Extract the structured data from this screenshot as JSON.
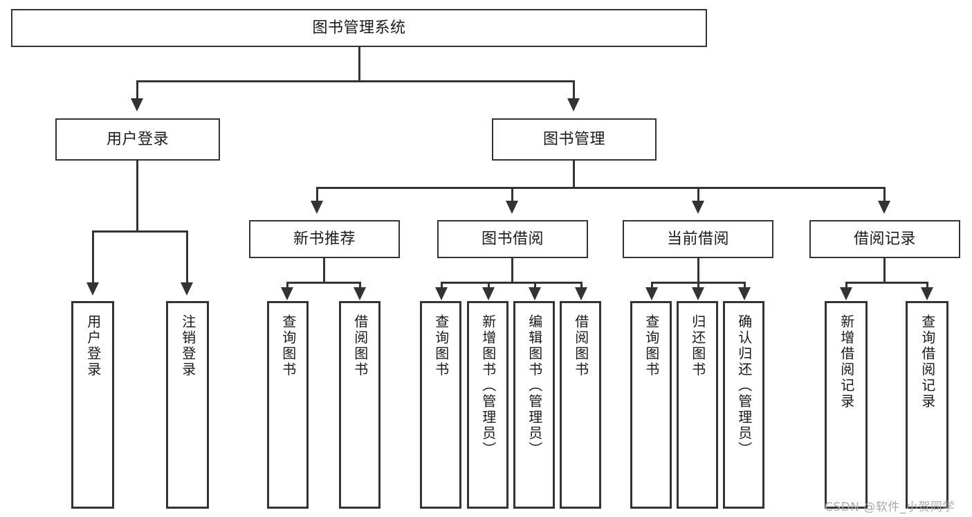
{
  "diagram": {
    "title": "图书管理系统",
    "type": "功能结构图",
    "root": {
      "label": "图书管理系统"
    },
    "level1": [
      {
        "label": "用户登录"
      },
      {
        "label": "图书管理"
      }
    ],
    "level2": [
      {
        "label": "新书推荐"
      },
      {
        "label": "图书借阅"
      },
      {
        "label": "当前借阅"
      },
      {
        "label": "借阅记录"
      }
    ],
    "leaves": {
      "user_login": [
        {
          "label": "用户登录"
        },
        {
          "label": "注销登录"
        }
      ],
      "new_book_recommend": [
        {
          "label": "查询图书"
        },
        {
          "label": "借阅图书"
        }
      ],
      "book_borrow": [
        {
          "label": "查询图书"
        },
        {
          "label": "新增图书（管理员）"
        },
        {
          "label": "编辑图书（管理员）"
        },
        {
          "label": "借阅图书"
        }
      ],
      "current_borrow": [
        {
          "label": "查询图书"
        },
        {
          "label": "归还图书"
        },
        {
          "label": "确认归还（管理员）"
        }
      ],
      "borrow_record": [
        {
          "label": "新增借阅记录"
        },
        {
          "label": "查询借阅记录"
        }
      ]
    }
  },
  "watermark": {
    "text": "CSDN @软件_小贺同学"
  },
  "colors": {
    "stroke": "#333333",
    "box_fill": "#ffffff",
    "text": "#1a1a1a",
    "watermark": "#a9a9a9"
  }
}
